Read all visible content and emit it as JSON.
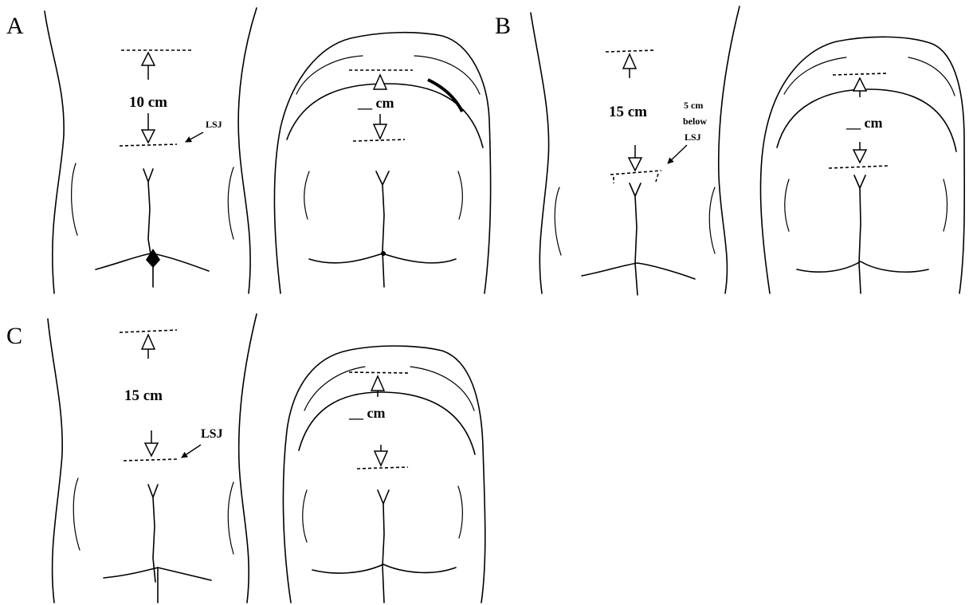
{
  "panels": {
    "a": {
      "letter": "A",
      "upright": {
        "measurement": "10 cm",
        "landmark": "LSJ"
      },
      "flexed": {
        "measurement": "__ cm"
      }
    },
    "b": {
      "letter": "B",
      "upright": {
        "measurement": "15 cm",
        "landmark_line1": "5 cm",
        "landmark_line2": "below",
        "landmark_line3": "LSJ"
      },
      "flexed": {
        "measurement": "__ cm"
      }
    },
    "c": {
      "letter": "C",
      "upright": {
        "measurement": "15 cm",
        "landmark": "LSJ"
      },
      "flexed": {
        "measurement": "__ cm"
      }
    }
  }
}
